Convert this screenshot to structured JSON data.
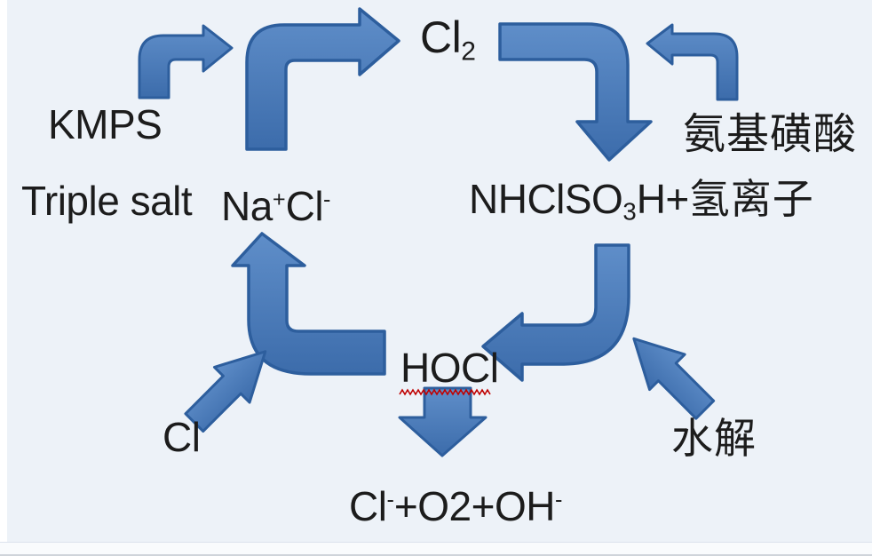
{
  "canvas": {
    "background": "#edf2f8",
    "text_color": "#1c1c1c"
  },
  "arrow_style": {
    "fill_top": "#5f8ec9",
    "fill_bottom": "#3c6cab",
    "stroke": "#2d5e9d",
    "squiggle_color": "#c00000"
  },
  "labels": {
    "kmps": "KMPS",
    "triple_salt": "Triple salt",
    "nacl": {
      "base1": "Na",
      "sup1": "+",
      "base2": "Cl",
      "sup2": "-"
    },
    "cl2": {
      "base": "Cl",
      "sub": "2"
    },
    "sulfamic_acid": "氨基磺酸",
    "nhclso3h": {
      "pre": "NHClSO",
      "sub": "3",
      "post": "H+",
      "cjk": "氢离子"
    },
    "hocl": "HOCl",
    "cl": "Cl",
    "hydrolysis": "水解",
    "products": {
      "p1": "Cl",
      "s1": "-",
      "p2": "+O2+OH",
      "s2": "-"
    }
  },
  "arrows": [
    "arrow-kmps-up-right",
    "arrow-triple-salt-to-cl2",
    "arrow-cl2-to-nhclso3h",
    "arrow-sulfamic-to-cl2",
    "arrow-nhclso3h-to-hocl",
    "arrow-hocl-to-nacl",
    "arrow-hocl-to-products",
    "arrow-cl-to-hocl",
    "arrow-hydrolysis-to-hocl"
  ]
}
